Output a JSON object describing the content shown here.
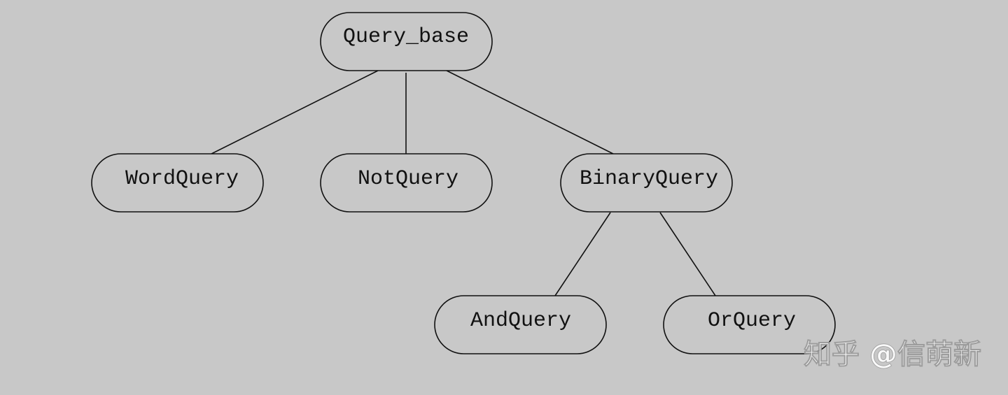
{
  "nodes": {
    "query_base": "Query_base",
    "word_query": "WordQuery",
    "not_query": "NotQuery",
    "binary_query": "BinaryQuery",
    "and_query": "AndQuery",
    "or_query": "OrQuery"
  },
  "edges": [
    {
      "from": "query_base",
      "to": "word_query"
    },
    {
      "from": "query_base",
      "to": "not_query"
    },
    {
      "from": "query_base",
      "to": "binary_query"
    },
    {
      "from": "binary_query",
      "to": "and_query"
    },
    {
      "from": "binary_query",
      "to": "or_query"
    }
  ],
  "watermark": "知乎 @信萌新"
}
